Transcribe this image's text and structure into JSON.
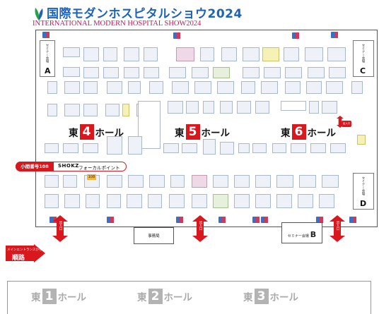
{
  "header": {
    "title_jp": "国際モダンホスピタルショウ2024",
    "title_en": "INTERNATIONAL MODERN HOSPITAL SHOW2024"
  },
  "halls": [
    {
      "prefix": "東",
      "number": "4",
      "suffix": "ホール"
    },
    {
      "prefix": "東",
      "number": "5",
      "suffix": "ホール"
    },
    {
      "prefix": "東",
      "number": "6",
      "suffix": "ホール"
    }
  ],
  "lower_halls": [
    {
      "prefix": "東",
      "number": "1",
      "suffix": "ホール"
    },
    {
      "prefix": "東",
      "number": "2",
      "suffix": "ホール"
    },
    {
      "prefix": "東",
      "number": "3",
      "suffix": "ホール"
    }
  ],
  "seminars": [
    {
      "text": "セミナー会場",
      "letter": "A"
    },
    {
      "text": "セミナー会場",
      "letter": "C"
    },
    {
      "text": "セミナー会場",
      "letter": "D"
    }
  ],
  "seminar_b": {
    "text": "セミナー会場",
    "letter": "B"
  },
  "office": {
    "label": "事務局"
  },
  "gates": [
    "出入口",
    "出入口",
    "出入口",
    "出入口"
  ],
  "route": {
    "tag": "小間番号108",
    "brand": "SHOKZ",
    "focal": "フォーカルポイント",
    "booth_number": "108"
  },
  "entrance": {
    "small": "メインエントランスからの",
    "label": "順路"
  },
  "exit_tag": "出入口",
  "colors": {
    "accent_red": "#d9181e",
    "title_blue": "#1e63b8",
    "title_pink": "#c4185b"
  }
}
